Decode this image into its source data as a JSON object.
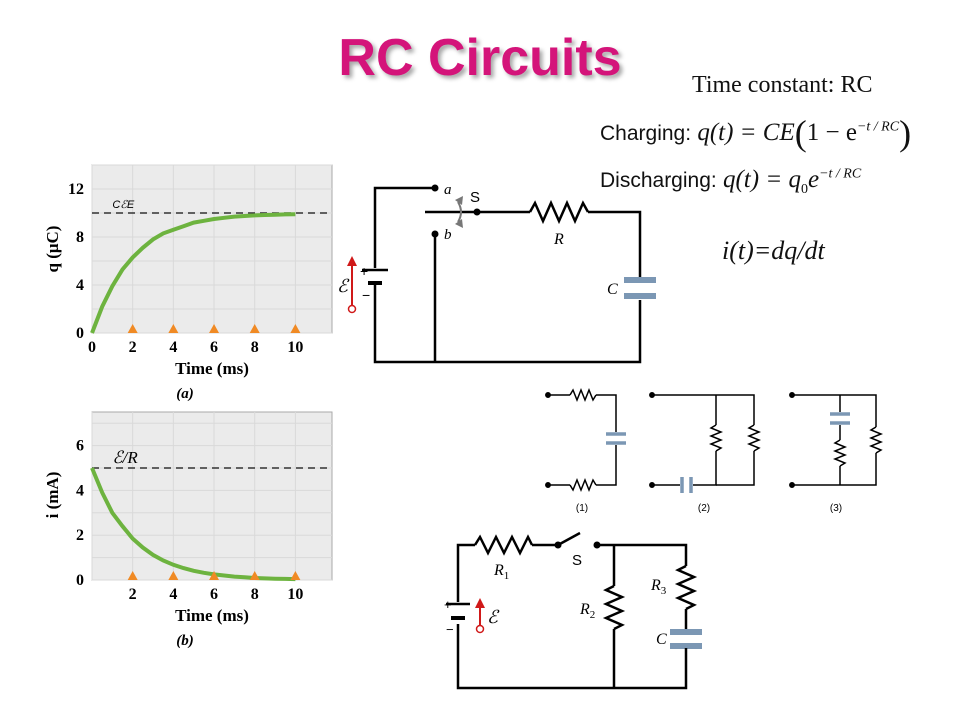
{
  "title": "RC Circuits",
  "colors": {
    "title": "#d4147a",
    "curve": "#6db33f",
    "grid": "#d9d9d9",
    "plot_bg": "#ebebeb",
    "marker": "#f08a24",
    "emf": "#d01919",
    "capacitor": "#7b97b4"
  },
  "equations": {
    "time_constant": "Time constant: RC",
    "charging_prefix": "Charging:",
    "charging_lhs": "q(t) = CE",
    "charging_one": "1 − e",
    "charging_exp": "−t / RC",
    "discharging_prefix": "Discharging:",
    "discharging_lhs": "q(t) = q",
    "discharging_sub": "0",
    "discharging_e": "e",
    "discharging_exp": "−t / RC",
    "current": "i(t)=dq/dt"
  },
  "chart_data": [
    {
      "type": "line",
      "panel": "(a)",
      "xlabel": "Time (ms)",
      "ylabel": "q (μC)",
      "x_ticks": [
        "0",
        "2",
        "4",
        "6",
        "8",
        "10"
      ],
      "y_ticks": [
        "0",
        "4",
        "8",
        "12"
      ],
      "xlim": [
        0,
        11.8
      ],
      "ylim": [
        0,
        14
      ],
      "reference_line": {
        "label": "CℰE",
        "value": 10
      },
      "series": [
        {
          "x": [
            0,
            0.5,
            1,
            1.5,
            2,
            2.5,
            3,
            3.5,
            4,
            4.5,
            5,
            5.5,
            6,
            6.5,
            7,
            7.5,
            8,
            8.5,
            9,
            9.5,
            10
          ],
          "values": [
            0,
            2.2,
            3.9,
            5.3,
            6.3,
            7.1,
            7.8,
            8.3,
            8.6,
            8.9,
            9.2,
            9.35,
            9.5,
            9.6,
            9.7,
            9.75,
            9.8,
            9.83,
            9.86,
            9.88,
            9.9
          ]
        }
      ],
      "markers_x": [
        2,
        4,
        6,
        8,
        10
      ]
    },
    {
      "type": "line",
      "panel": "(b)",
      "xlabel": "Time (ms)",
      "ylabel": "i (mA)",
      "x_ticks": [
        "2",
        "4",
        "6",
        "8",
        "10"
      ],
      "y_ticks": [
        "0",
        "2",
        "4",
        "6"
      ],
      "xlim": [
        0,
        11.8
      ],
      "ylim": [
        0,
        7.5
      ],
      "reference_line": {
        "label": "ℰ/R",
        "value": 5
      },
      "series": [
        {
          "x": [
            0,
            0.5,
            1,
            1.5,
            2,
            2.5,
            3,
            3.5,
            4,
            4.5,
            5,
            5.5,
            6,
            6.5,
            7,
            7.5,
            8,
            8.5,
            9,
            9.5,
            10
          ],
          "values": [
            5,
            3.9,
            3.0,
            2.4,
            1.85,
            1.45,
            1.12,
            0.87,
            0.68,
            0.53,
            0.41,
            0.32,
            0.25,
            0.2,
            0.15,
            0.12,
            0.09,
            0.07,
            0.06,
            0.05,
            0.04
          ]
        }
      ],
      "markers_x": [
        2,
        4,
        6,
        8,
        10
      ]
    }
  ],
  "circuit1": {
    "a": "a",
    "b": "b",
    "S": "S",
    "R": "R",
    "C": "C",
    "emf": "ℰ",
    "plus": "+",
    "minus": "−"
  },
  "small_circuits": [
    "(1)",
    "(2)",
    "(3)"
  ],
  "circuit2": {
    "R1": "R",
    "R1_sub": "1",
    "R2": "R",
    "R2_sub": "2",
    "R3": "R",
    "R3_sub": "3",
    "S": "S",
    "C": "C",
    "emf": "ℰ",
    "plus": "+",
    "minus": "−"
  }
}
